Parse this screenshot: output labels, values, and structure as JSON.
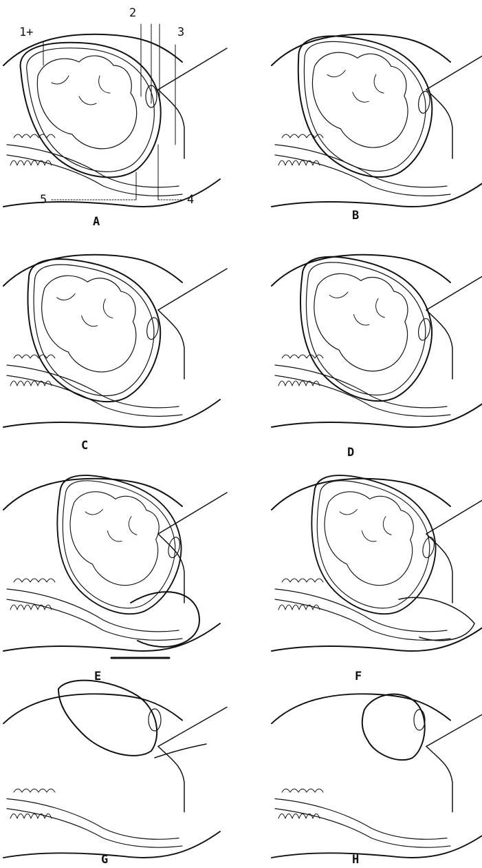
{
  "panels": [
    {
      "id": "A",
      "label": "A"
    },
    {
      "id": "B",
      "label": "B"
    },
    {
      "id": "C",
      "label": "C"
    },
    {
      "id": "D",
      "label": "D"
    },
    {
      "id": "E",
      "label": "E"
    },
    {
      "id": "F",
      "label": "F"
    },
    {
      "id": "G",
      "label": "G"
    },
    {
      "id": "H",
      "label": "H"
    }
  ],
  "callouts": [
    "1+",
    "2",
    "3",
    "4",
    "5"
  ],
  "scale_bar": true
}
